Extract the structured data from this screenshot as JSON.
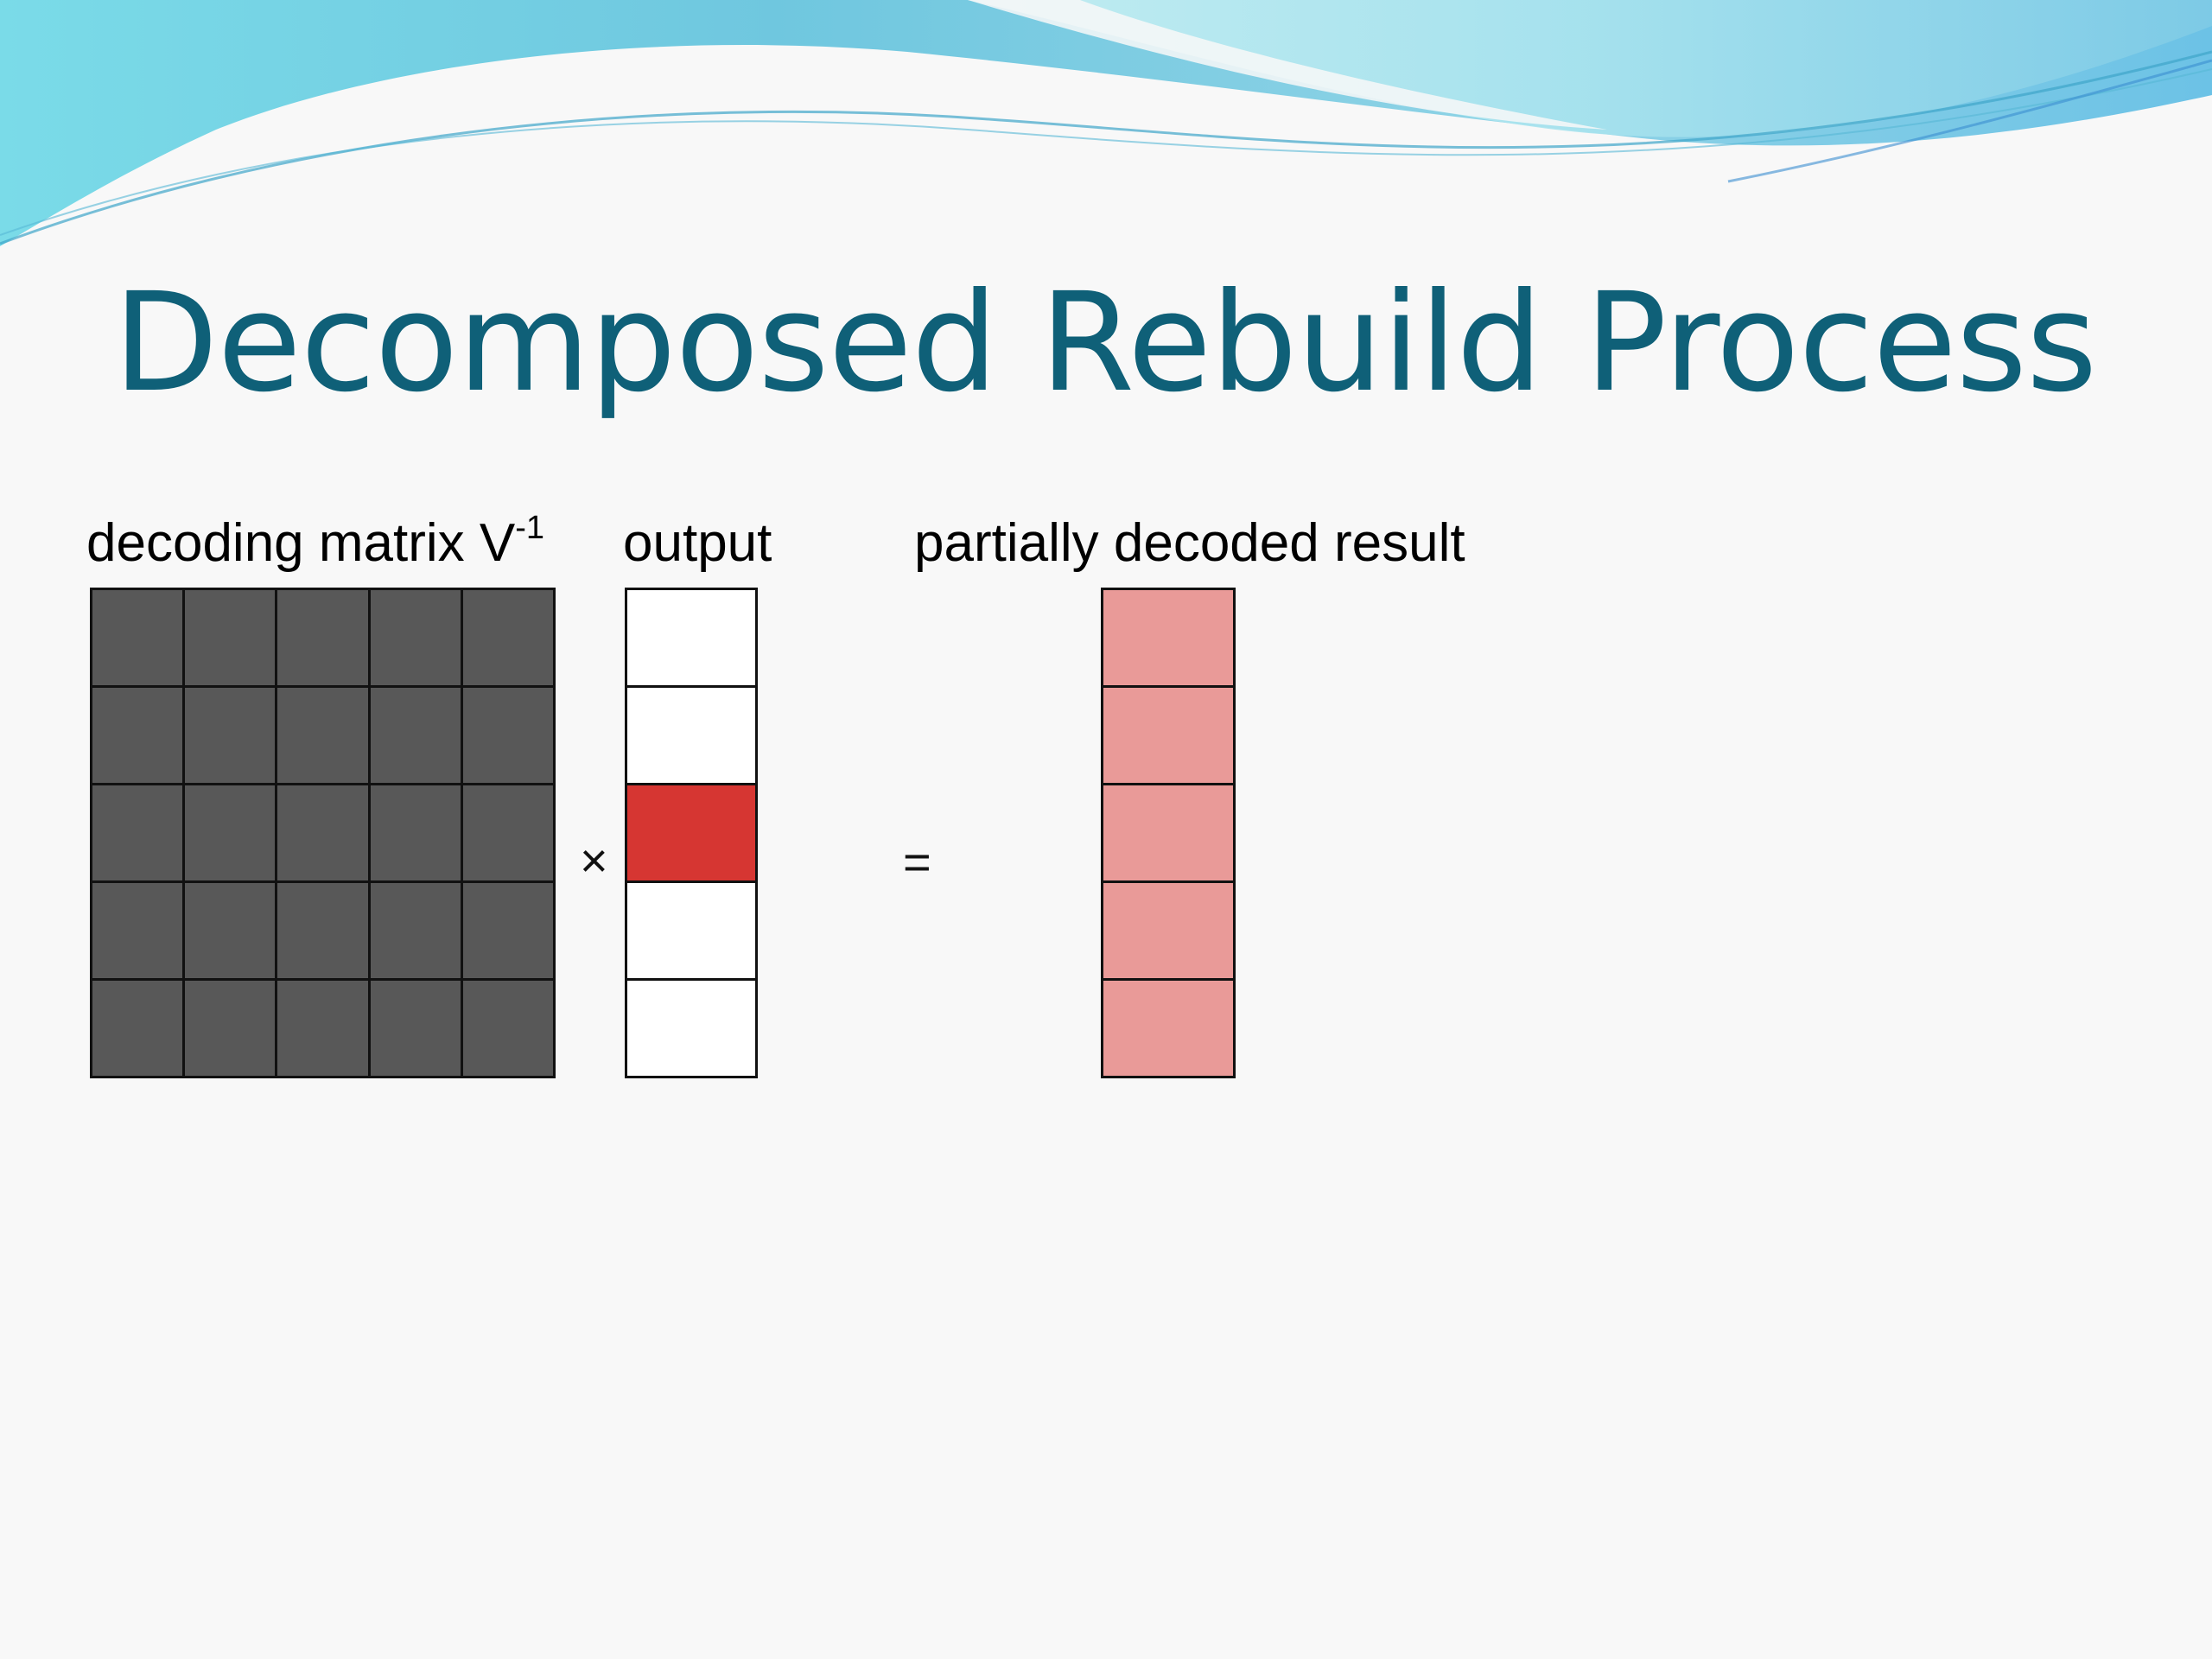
{
  "slide": {
    "title": "Decomposed Rebuild Process"
  },
  "labels": {
    "matrix_label": "decoding matrix V",
    "matrix_superscript": "-1",
    "output_label": "output",
    "result_label": "partially decoded result"
  },
  "operators": {
    "multiply": "×",
    "equals": "="
  },
  "matrix": {
    "rows": 5,
    "cols": 5,
    "cell_color": "#585858"
  },
  "output_vector": {
    "cells": [
      {
        "color": "#ffffff"
      },
      {
        "color": "#ffffff"
      },
      {
        "color": "#d63632"
      },
      {
        "color": "#ffffff"
      },
      {
        "color": "#ffffff"
      }
    ]
  },
  "result_vector": {
    "cells": [
      {
        "color": "#e99a98"
      },
      {
        "color": "#e99a98"
      },
      {
        "color": "#e99a98"
      },
      {
        "color": "#e99a98"
      },
      {
        "color": "#e99a98"
      }
    ]
  },
  "colors": {
    "title": "#0f6078",
    "wave_light": "#a8e6ea",
    "wave_mid": "#6fd0e0",
    "wave_dark": "#4a9fd4"
  }
}
